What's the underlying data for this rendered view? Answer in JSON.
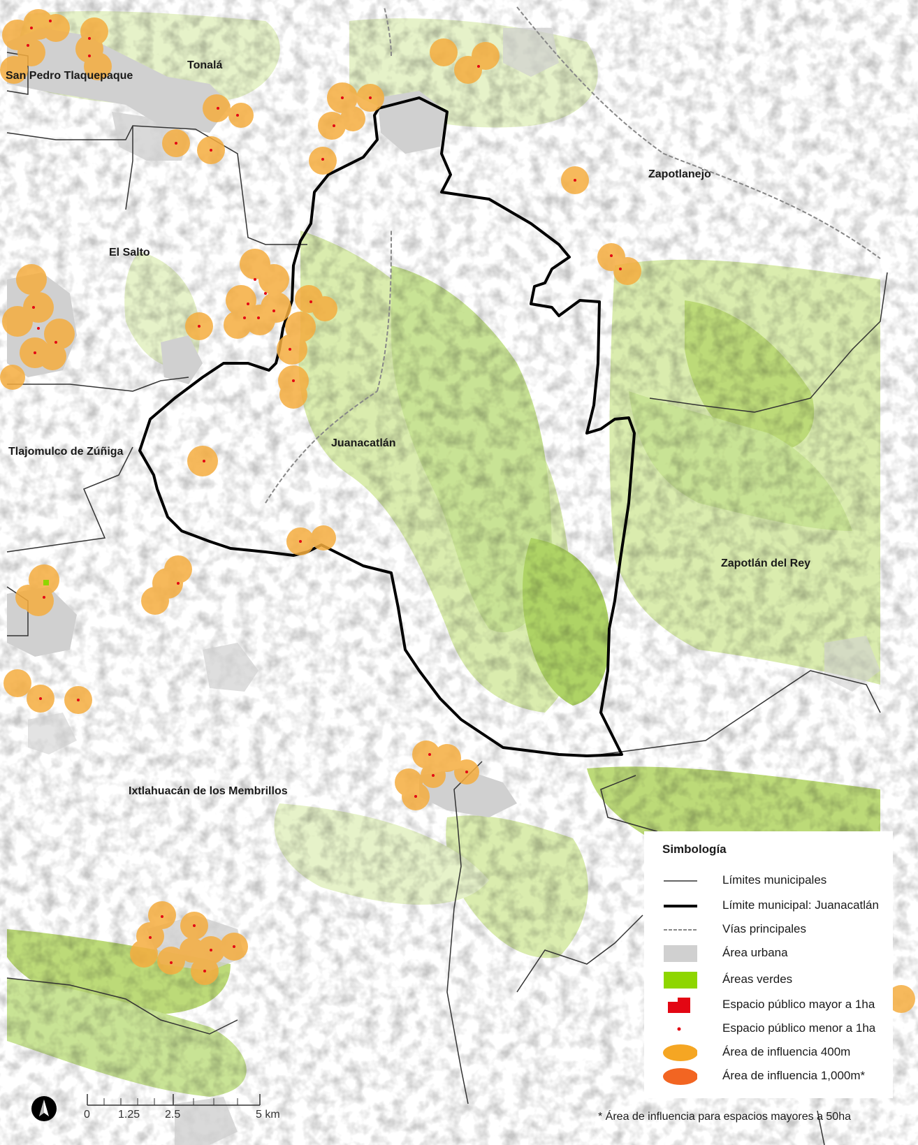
{
  "colors": {
    "green_light": "#d6eaa6",
    "green_mid": "#b5d66a",
    "green_dark": "#8ec63f",
    "urban": "#d0d0d0",
    "influence_400": "#f5ad3f",
    "influence_1000": "#f26522",
    "public_dot": "#e30613",
    "boundary_thin": "#333333",
    "boundary_thick": "#000000",
    "road": "#888888"
  },
  "places": {
    "tlaquepaque": "San Pedro Tlaquepaque",
    "tonala": "Tonalá",
    "zapotlanejo": "Zapotlanejo",
    "el_salto": "El Salto",
    "tlajomulco": "Tlajomulco de Zúñiga",
    "juanacatlan": "Juanacatlán",
    "zapotlan": "Zapotlán del Rey",
    "ixtlahuacan": "Ixtlahuacán de los Membrillos"
  },
  "legend": {
    "title": "Simbología",
    "items": [
      {
        "label": "Límites municipales",
        "symbol": "thin-line-icon"
      },
      {
        "label": "Límite municipal: Juanacatlán",
        "symbol": "thick-line-icon"
      },
      {
        "label": "Vías principales",
        "symbol": "dashed-line-icon"
      },
      {
        "label": "Área urbana",
        "symbol": "urban-patch-icon"
      },
      {
        "label": "Áreas verdes",
        "symbol": "green-patch-icon"
      },
      {
        "label": "Espacio público mayor a 1ha",
        "symbol": "red-square-icon"
      },
      {
        "label": "Espacio público menor a 1ha",
        "symbol": "red-dot-icon"
      },
      {
        "label": "Área de influencia 400m",
        "symbol": "orange-ellipse-icon"
      },
      {
        "label": "Área de influencia 1,000m*",
        "symbol": "darkorange-ellipse-icon"
      }
    ],
    "footnote": "* Área de influencia para espacios mayores a 50ha"
  },
  "scale": {
    "labels": [
      "0",
      "1.25",
      "2.5",
      "5 km"
    ]
  },
  "north_arrow": "north-arrow-icon"
}
